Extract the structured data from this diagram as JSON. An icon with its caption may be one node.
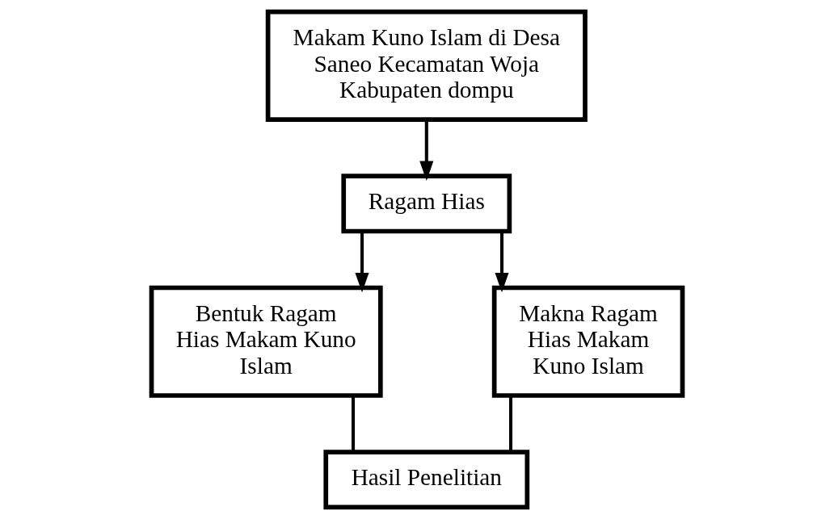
{
  "diagram": {
    "nodes": [
      {
        "text": [
          "Makam Kuno Islam di Desa Saneo Kecamatan Woja Kabupaten dompu"
        ]
      },
      {
        "text": [
          "Ragam Hias"
        ]
      },
      {
        "text": [
          "Bentuk Ragam Hias Makam Kuno Islam"
        ]
      },
      {
        "text": [
          "Makna Ragam Hias Makam Kuno Islam"
        ]
      },
      {
        "text": [
          "Hasil Penelitian"
        ]
      }
    ],
    "edges": [
      {
        "from": 0,
        "to": 1,
        "arrow": "to"
      },
      {
        "from": 1,
        "to": 2,
        "arrow": "to"
      },
      {
        "from": 1,
        "to": 3,
        "arrow": "to"
      },
      {
        "from": 2,
        "to": 4,
        "arrow": "none"
      },
      {
        "from": 3,
        "to": 4,
        "arrow": "none"
      }
    ]
  }
}
